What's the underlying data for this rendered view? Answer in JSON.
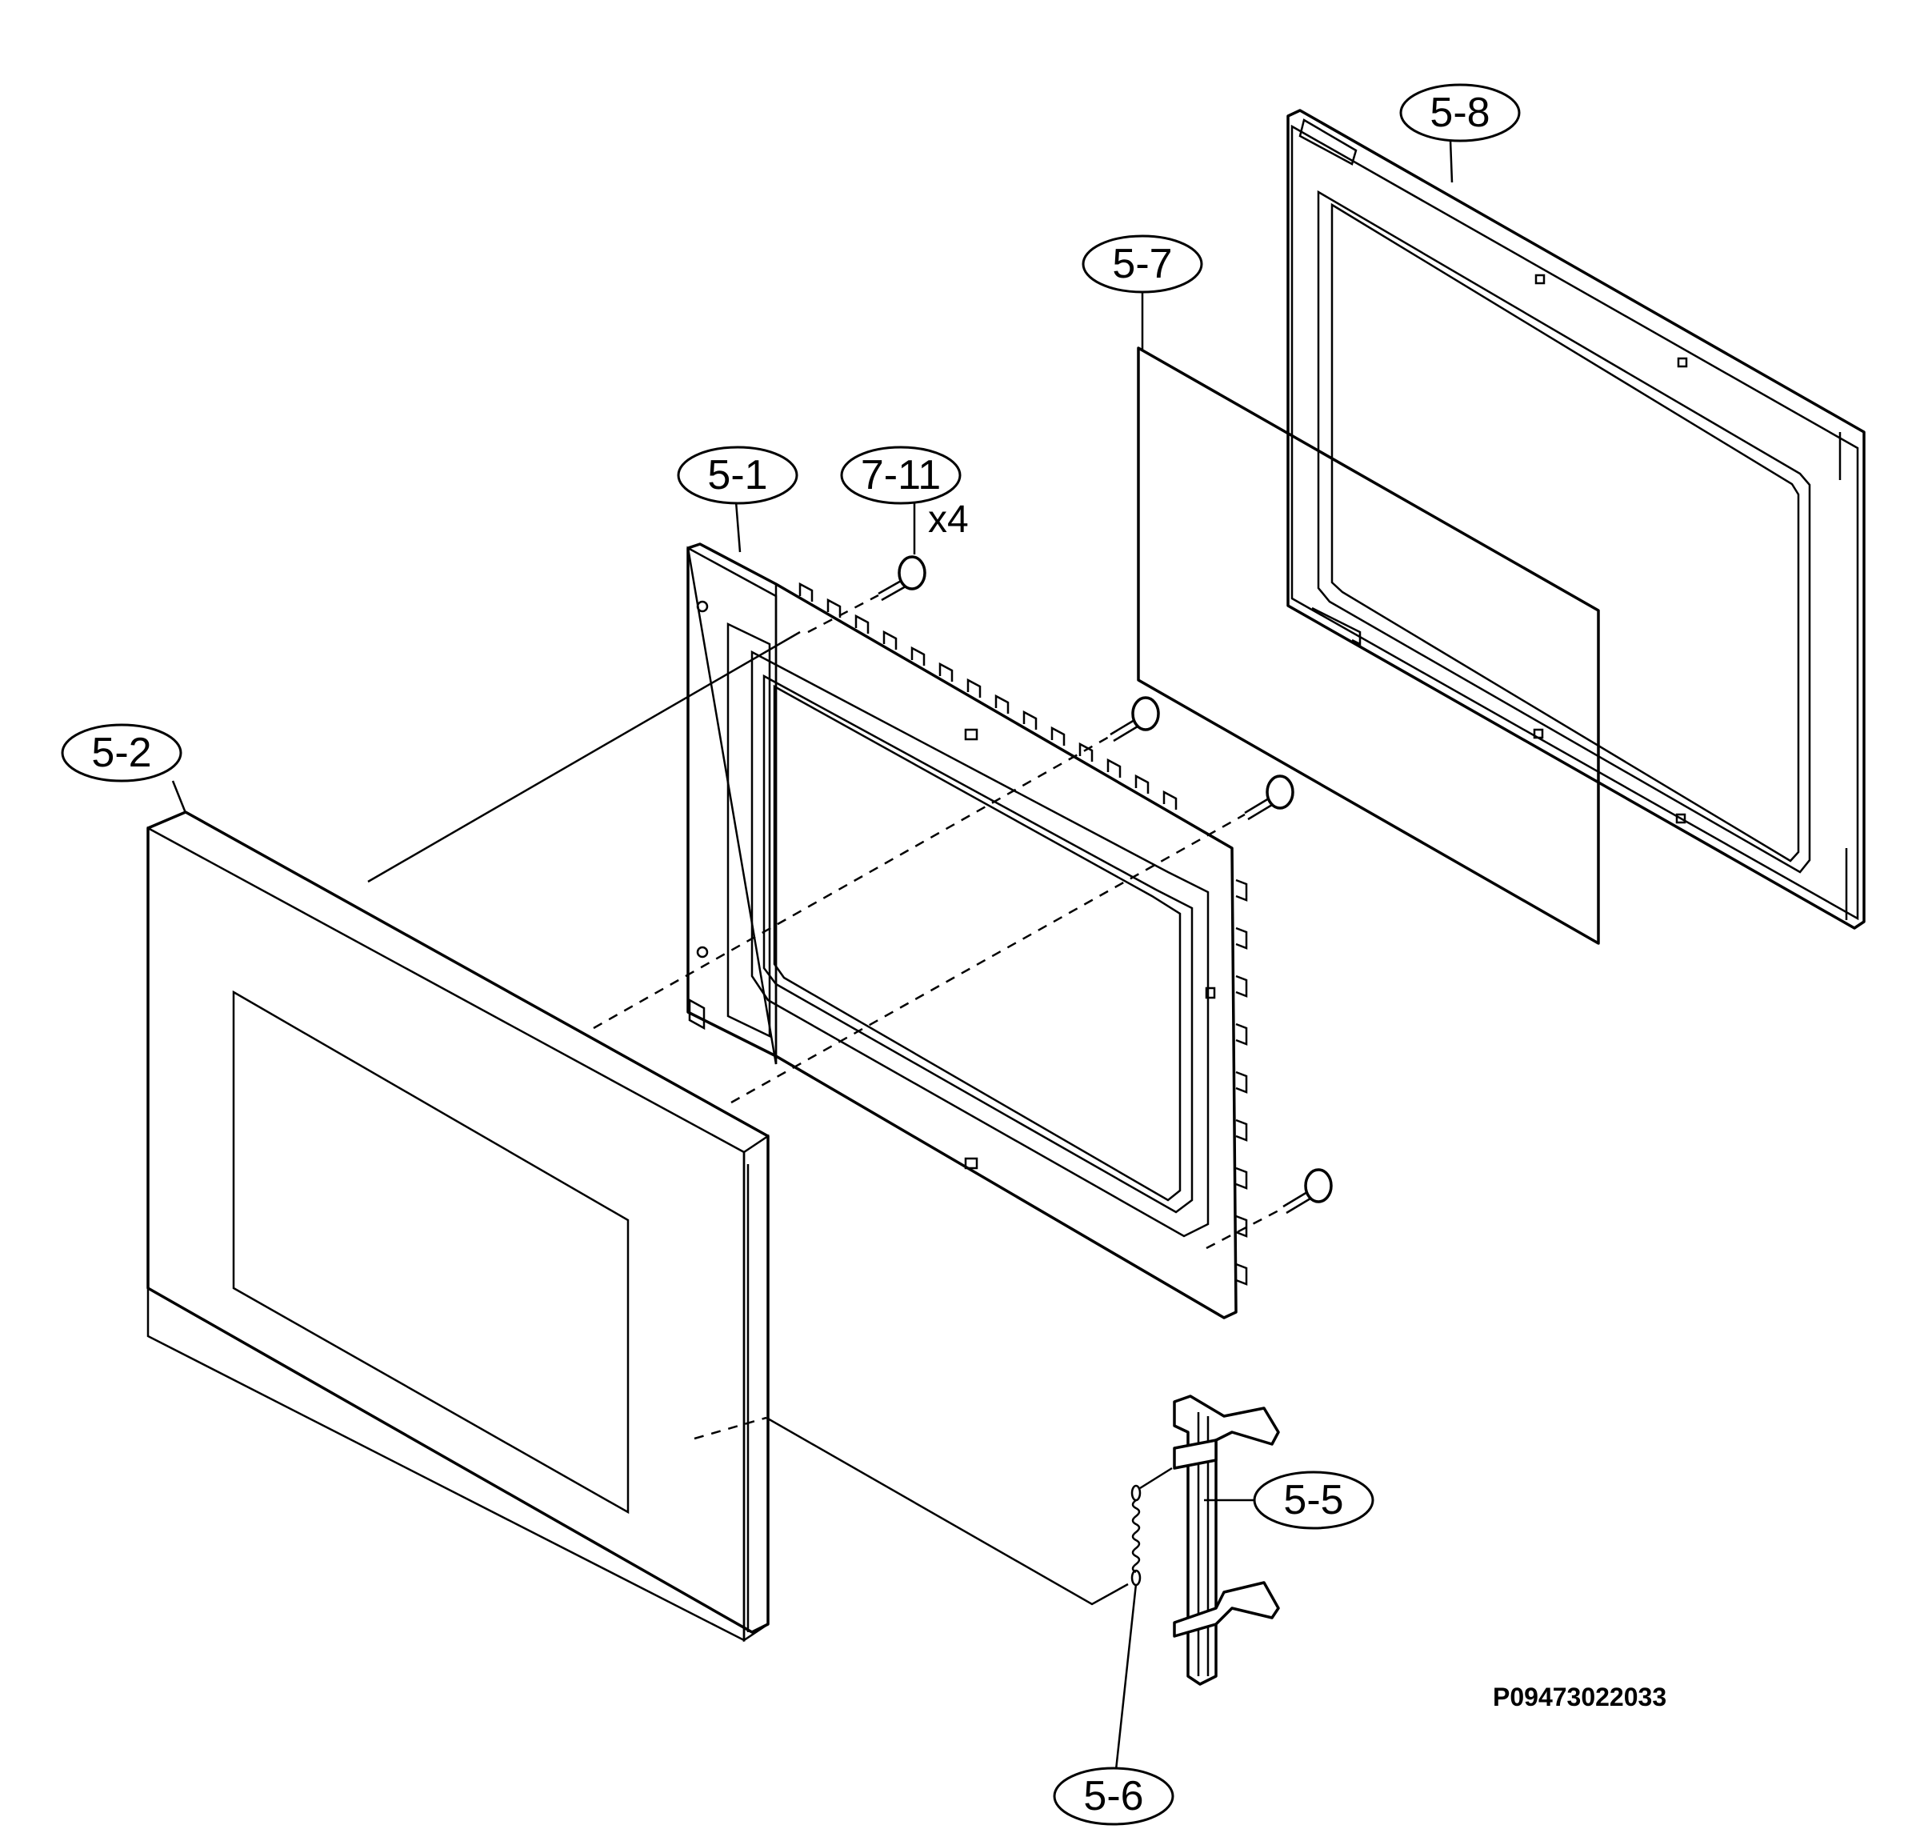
{
  "callouts": {
    "c5_1": "5-1",
    "c5_2": "5-2",
    "c5_5": "5-5",
    "c5_6": "5-6",
    "c5_7": "5-7",
    "c5_8": "5-8",
    "c7_11": "7-11"
  },
  "quantity_7_11": "x4",
  "drawing_code": "P09473022033"
}
